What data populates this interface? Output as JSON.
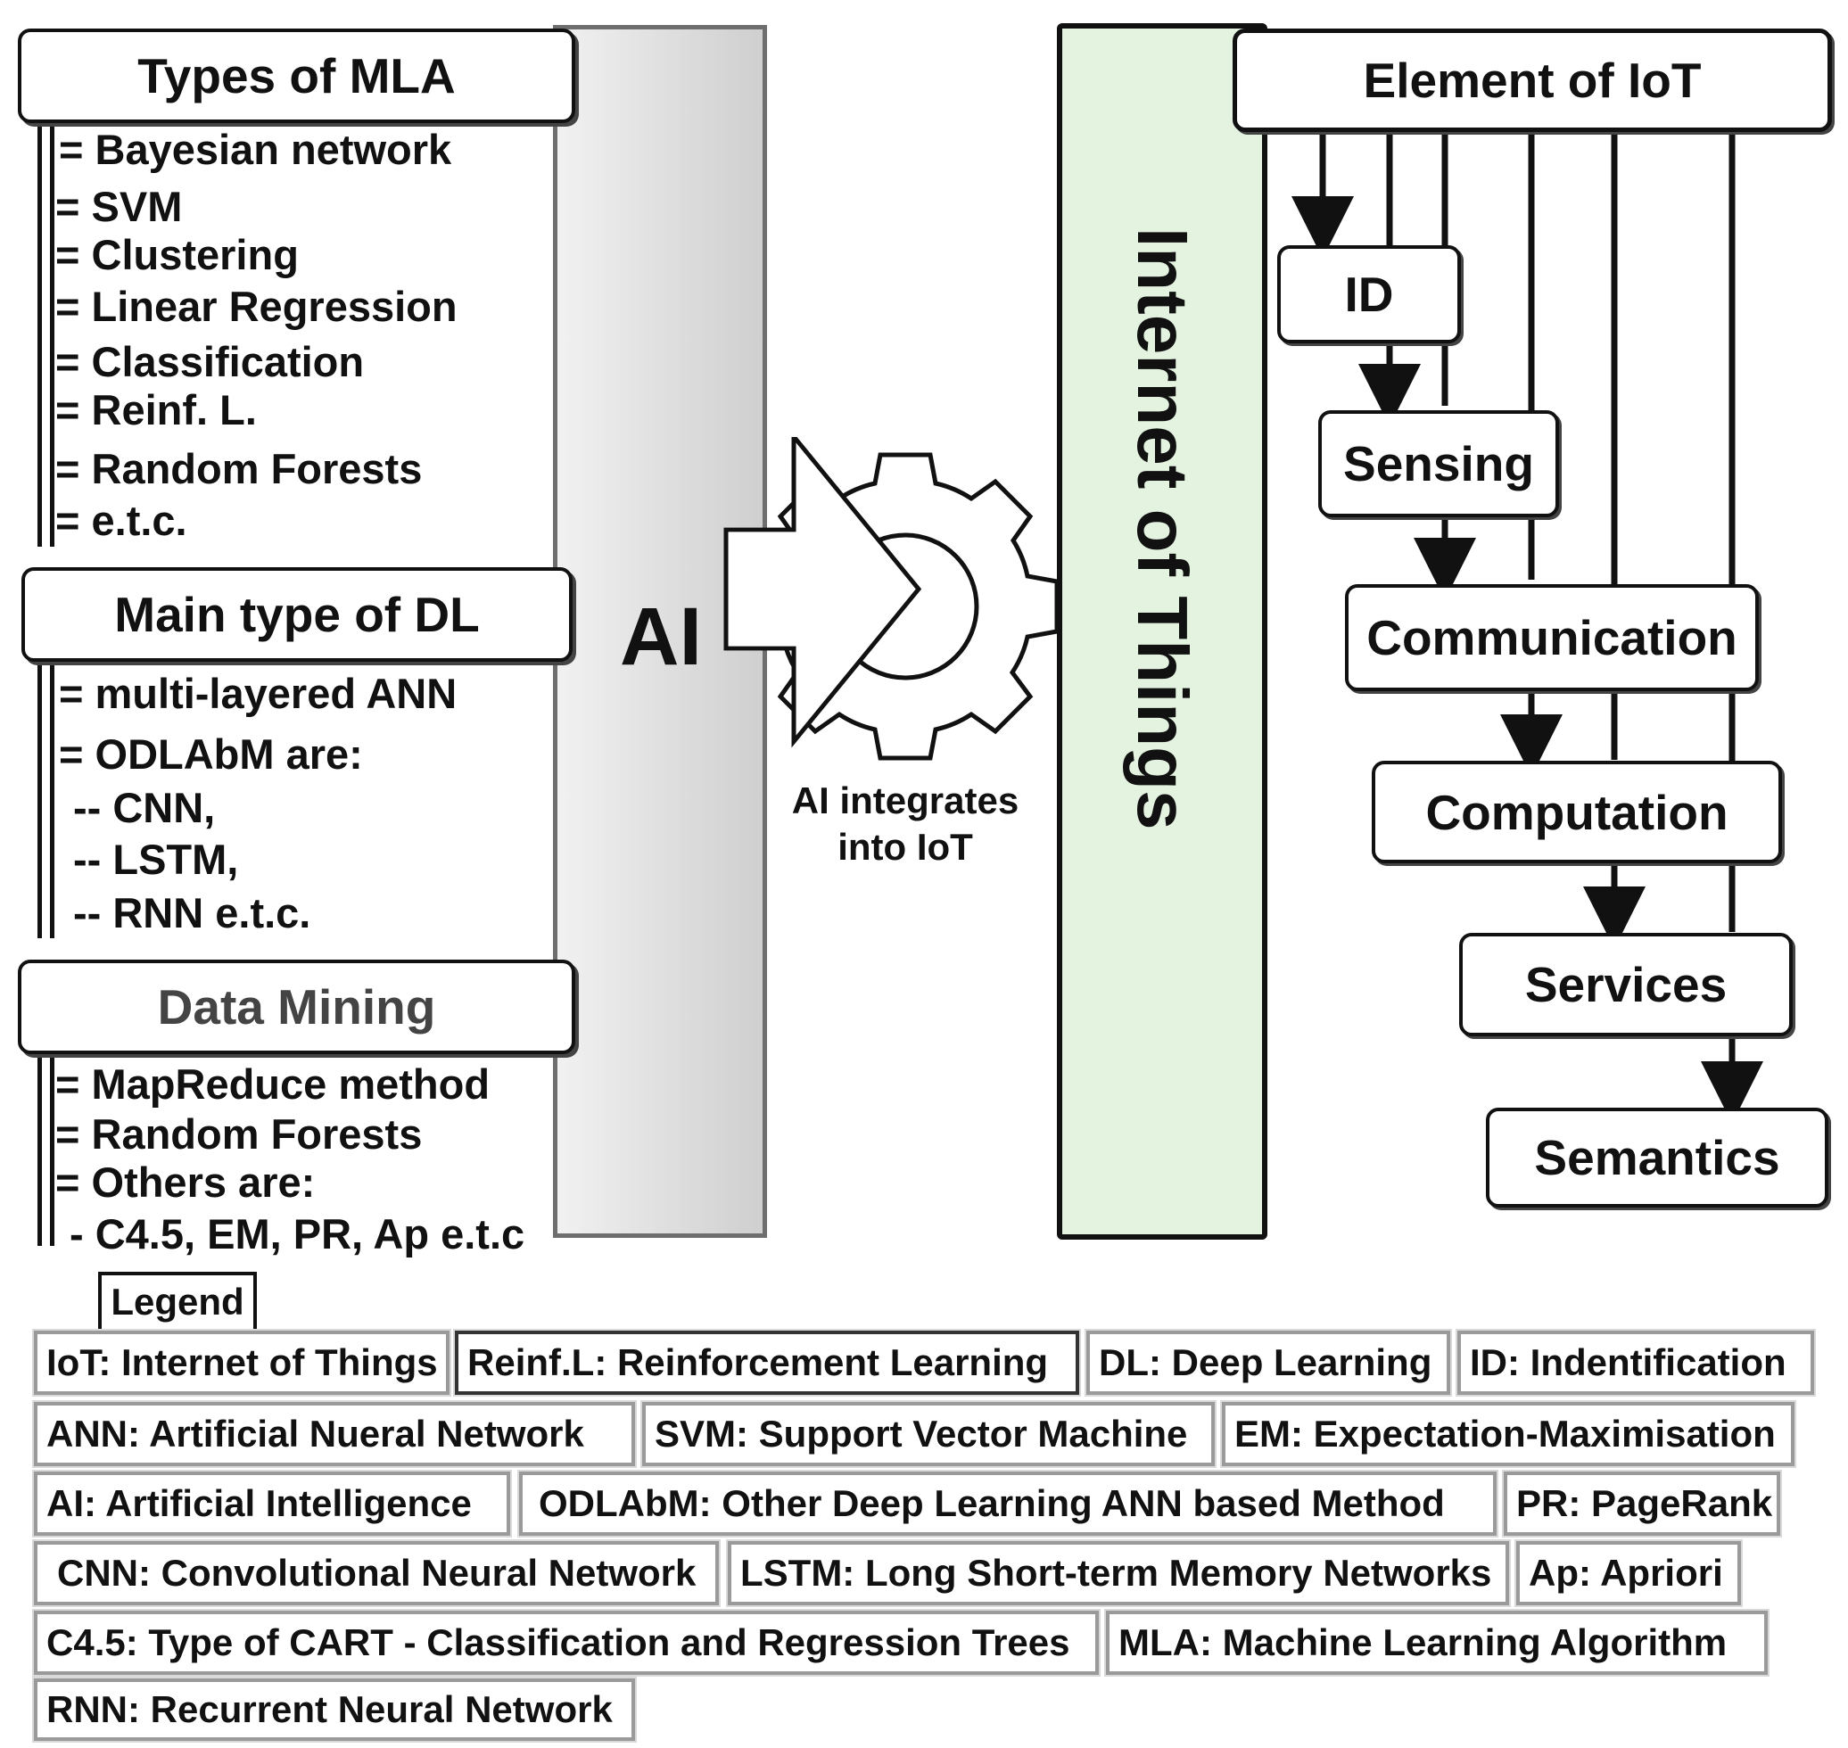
{
  "left_column": {
    "mla": {
      "title": "Types of MLA",
      "items": [
        "= Bayesian network",
        "= SVM",
        "= Clustering",
        "= Linear Regression",
        "= Classification",
        "= Reinf. L.",
        "= Random Forests",
        "= e.t.c."
      ]
    },
    "dl": {
      "title": "Main type of DL",
      "items": [
        "= multi-layered ANN",
        "= ODLAbM are:",
        "-- CNN,",
        "-- LSTM,",
        "-- RNN e.t.c."
      ]
    },
    "dm": {
      "title": "Data Mining",
      "items": [
        "= MapReduce method",
        "= Random Forests",
        "= Others are:",
        "- C4.5, EM, PR, Ap e.t.c"
      ]
    }
  },
  "ai_label": "AI",
  "integration_label_line1": "AI integrates",
  "integration_label_line2": "into IoT",
  "iot_label": "Internet of Things",
  "elements": {
    "title": "Element of IoT",
    "nodes": [
      "ID",
      "Sensing",
      "Communication",
      "Computation",
      "Services",
      "Semantics"
    ]
  },
  "legend": {
    "title": "Legend",
    "rows": [
      [
        "IoT: Internet of Things",
        "Reinf.L: Reinforcement Learning",
        "DL: Deep Learning",
        "ID: Indentification"
      ],
      [
        "ANN: Artificial Nueral Network",
        "SVM: Support Vector Machine",
        "EM: Expectation-Maximisation"
      ],
      [
        "AI: Artificial Intelligence",
        "ODLAbM: Other Deep Learning ANN based Method",
        "PR: PageRank"
      ],
      [
        "CNN: Convolutional Neural Network",
        "LSTM: Long Short-term Memory Networks",
        "Ap: Apriori"
      ],
      [
        "C4.5: Type of CART - Classification and Regression Trees",
        "MLA: Machine Learning Algorithm"
      ],
      [
        "RNN: Recurrent Neural Network"
      ]
    ]
  },
  "colors": {
    "iot_panel_fill": "#e3f3e0",
    "ai_panel_fill": "#dcdcdc",
    "legend_border": "#9a9a9a"
  }
}
